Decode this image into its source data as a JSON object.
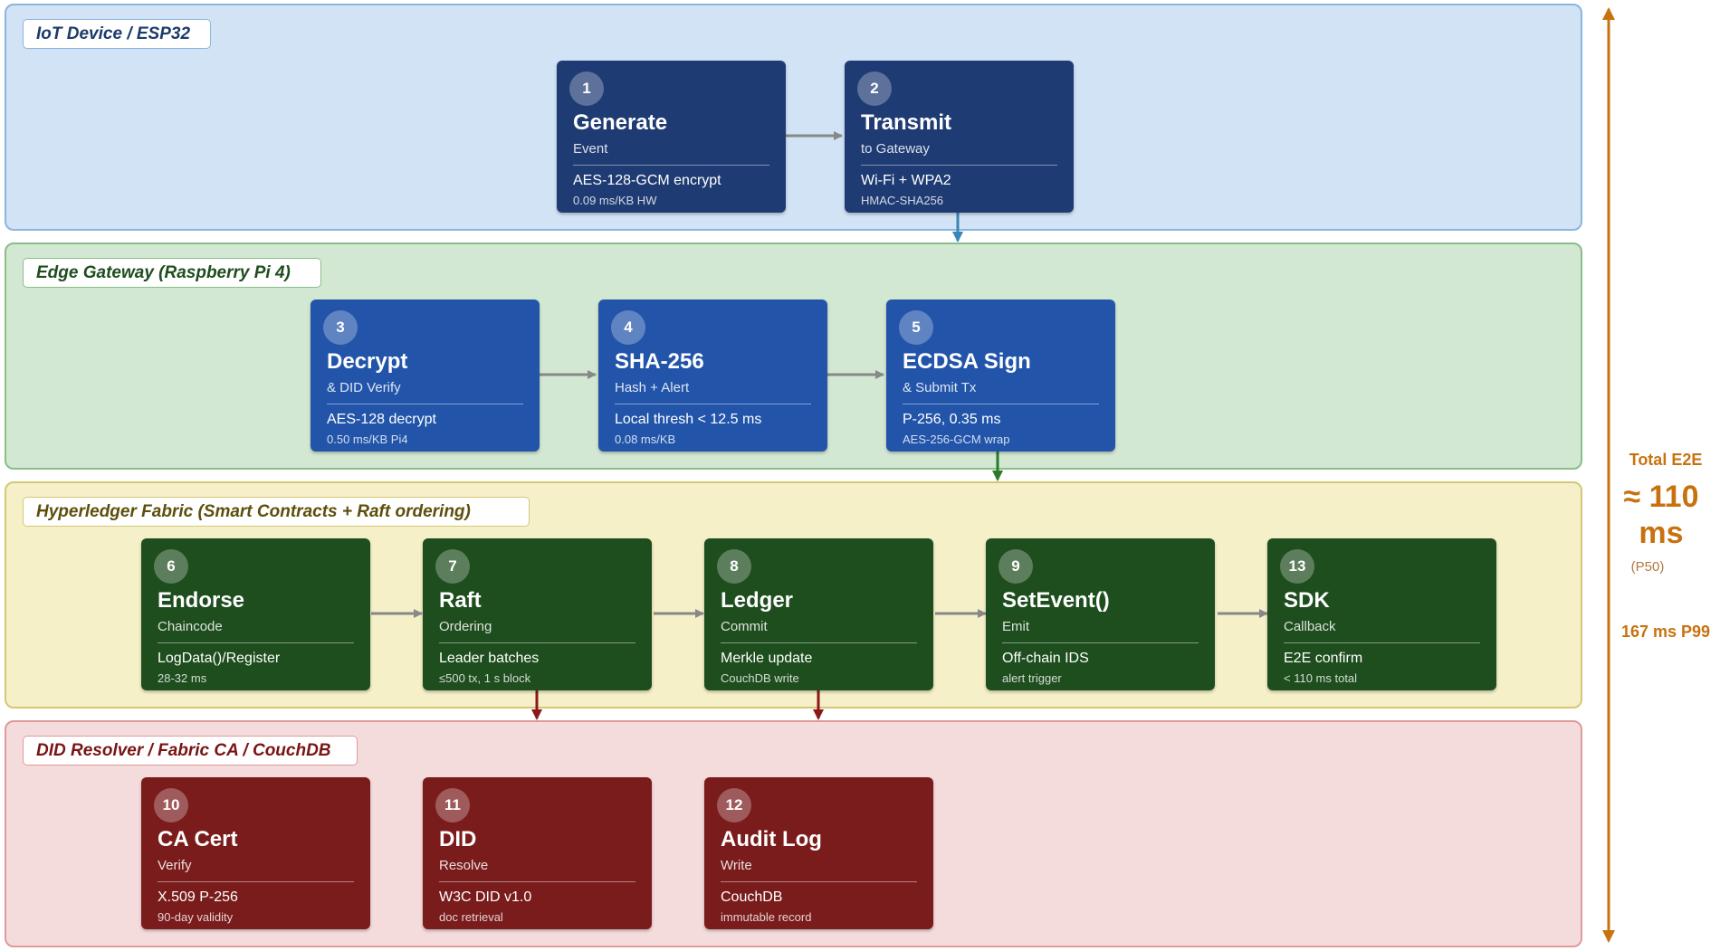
{
  "lanes": {
    "iot": {
      "label": "IoT Device / ESP32",
      "bg": "#d1e3f5",
      "border": "#8ab6e0",
      "text": "#1d3a6b"
    },
    "edge": {
      "label": "Edge Gateway (Raspberry Pi 4)",
      "bg": "#d3e8d3",
      "border": "#88be88",
      "text": "#1f4d1f"
    },
    "fabric": {
      "label": "Hyperledger Fabric (Smart Contracts + Raft ordering)",
      "bg": "#f5f0c8",
      "border": "#d6c775",
      "text": "#5c4f0c"
    },
    "did": {
      "label": "DID Resolver / Fabric CA / CouchDB",
      "bg": "#f5dcdc",
      "border": "#e09a9a",
      "text": "#7a1414"
    }
  },
  "colors": {
    "iot_box": "#1f3b73",
    "edge_box": "#2255aa",
    "fabric_box": "#1e4d1e",
    "did_box": "#7a1c1c",
    "arrow_gray": "#888888",
    "arrow_blue": "#3a85b8",
    "arrow_green": "#2a7a2a",
    "arrow_red": "#8a1a1a",
    "accent": "#c8720f"
  },
  "steps": {
    "s1": {
      "num": "1",
      "title": "Generate",
      "sub": "Event",
      "d1": "AES-128-GCM encrypt",
      "d2": "0.09 ms/KB HW"
    },
    "s2": {
      "num": "2",
      "title": "Transmit",
      "sub": "to Gateway",
      "d1": "Wi-Fi + WPA2",
      "d2": "HMAC-SHA256"
    },
    "s3": {
      "num": "3",
      "title": "Decrypt",
      "sub": "& DID Verify",
      "d1": "AES-128 decrypt",
      "d2": "0.50 ms/KB Pi4"
    },
    "s4": {
      "num": "4",
      "title": "SHA-256",
      "sub": "Hash + Alert",
      "d1": "Local thresh < 12.5 ms",
      "d2": "0.08 ms/KB"
    },
    "s5": {
      "num": "5",
      "title": "ECDSA Sign",
      "sub": "& Submit Tx",
      "d1": "P-256, 0.35 ms",
      "d2": "AES-256-GCM wrap"
    },
    "s6": {
      "num": "6",
      "title": "Endorse",
      "sub": "Chaincode",
      "d1": "LogData()/Register",
      "d2": "28-32 ms"
    },
    "s7": {
      "num": "7",
      "title": "Raft",
      "sub": "Ordering",
      "d1": "Leader batches",
      "d2": "≤500 tx, 1 s block"
    },
    "s8": {
      "num": "8",
      "title": "Ledger",
      "sub": "Commit",
      "d1": "Merkle update",
      "d2": "CouchDB write"
    },
    "s9": {
      "num": "9",
      "title": "SetEvent()",
      "sub": "Emit",
      "d1": "Off-chain IDS",
      "d2": "alert trigger"
    },
    "s13": {
      "num": "13",
      "title": "SDK",
      "sub": "Callback",
      "d1": "E2E confirm",
      "d2": "< 110 ms total"
    },
    "s10": {
      "num": "10",
      "title": "CA Cert",
      "sub": "Verify",
      "d1": "X.509 P-256",
      "d2": "90-day validity"
    },
    "s11": {
      "num": "11",
      "title": "DID",
      "sub": "Resolve",
      "d1": "W3C DID v1.0",
      "d2": "doc retrieval"
    },
    "s12": {
      "num": "12",
      "title": "Audit Log",
      "sub": "Write",
      "d1": "CouchDB",
      "d2": "immutable record"
    }
  },
  "sidebar": {
    "label": "Total E2E",
    "value": "≈ 110",
    "unit": "ms",
    "p50": "(P50)",
    "p99": "167 ms P99"
  }
}
